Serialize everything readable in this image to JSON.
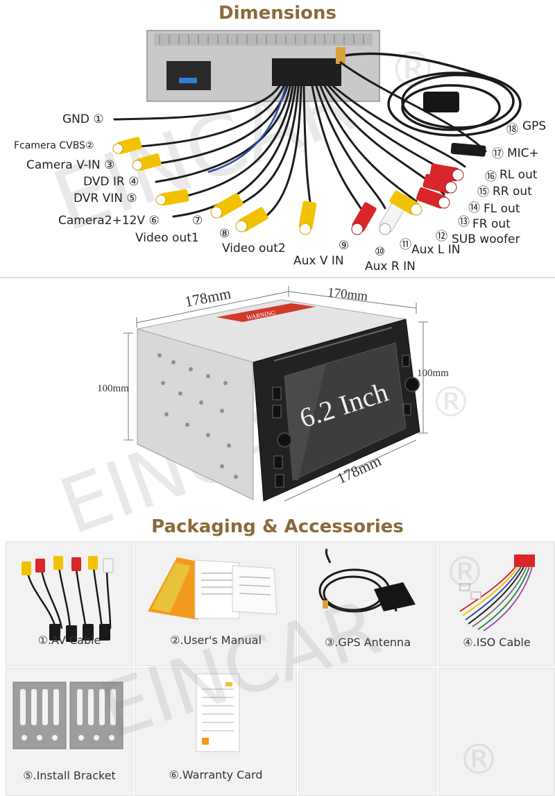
{
  "headings": {
    "dimensions": "Dimensions",
    "packaging": "Packaging & Accessories"
  },
  "wiring_labels": [
    "GND ①",
    "Fcamera CVBS②",
    "Camera V-IN ③",
    "DVD IR ④",
    "DVR VIN ⑤",
    "Camera2+12V ⑥",
    "⑦",
    "Video out1",
    "⑧",
    "Video out2",
    "⑨",
    "Aux V IN",
    "⑩",
    "Aux R IN",
    "⑪",
    "Aux L IN",
    "⑫",
    "SUB woofer",
    "⑬",
    "FR out",
    "⑭",
    "FL out",
    "⑮",
    "RR out",
    "⑯",
    "RL out",
    "⑰",
    "MIC+",
    "⑱",
    "GPS"
  ],
  "dimensions": {
    "top_depth": "178mm",
    "top_width": "170mm",
    "left_height": "100mm",
    "right_height": "100mm",
    "bottom_width": "178mm",
    "screen_text": "6.2 Inch",
    "warning_sticker": "WARNING"
  },
  "accessories": [
    {
      "label": "①.AV Cable"
    },
    {
      "label": "②.User's Manual"
    },
    {
      "label": "③.GPS Antenna"
    },
    {
      "label": "④.ISO Cable"
    },
    {
      "label": "⑤.Install Bracket"
    },
    {
      "label": "⑥.Warranty Card"
    }
  ],
  "watermark": {
    "text": "EINCAR",
    "mark": "®"
  },
  "colors": {
    "heading": "#8a6a3b",
    "rca_yellow": "#f2c200",
    "rca_red": "#d8262b",
    "rca_white": "#f4f4f4",
    "cell_bg": "#f2f2f2"
  }
}
